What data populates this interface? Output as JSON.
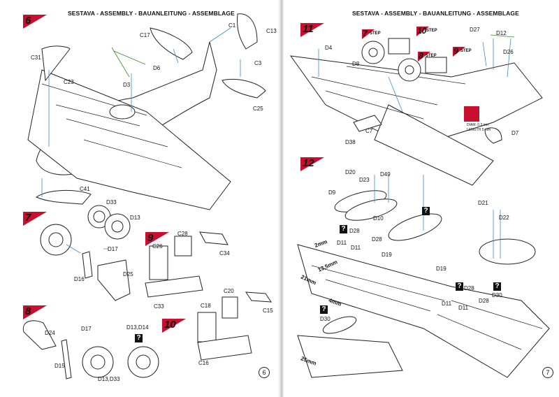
{
  "left_page": {
    "header": "SESTAVA - ASSEMBLY - BAUANLEITUNG - ASSEMBLAGE",
    "page_number": "6",
    "steps": [
      "6",
      "7",
      "8",
      "9",
      "10"
    ],
    "labels": {
      "C1": "C1",
      "C13": "C13",
      "C17": "C17",
      "D6": "D6",
      "D3": "D3",
      "C3": "C3",
      "C25": "C25",
      "C31": "C31",
      "C23": "C23",
      "C41": "C41",
      "D33": "D33",
      "D13": "D13",
      "D17a": "D17",
      "D16": "D16",
      "D25": "D25",
      "C28": "C28",
      "C26": "C26",
      "C34": "C34",
      "C33": "C33",
      "C20": "C20",
      "C18": "C18",
      "C15": "C15",
      "C16": "C16",
      "D24": "D24",
      "D17b": "D17",
      "D15": "D15",
      "D13D14": "D13,D14",
      "D13D33": "D13,D33"
    }
  },
  "right_page": {
    "header": "SESTAVA - ASSEMBLY - BAUANLEITUNG - ASSEMBLAGE",
    "page_number": "7",
    "steps": [
      "11",
      "12"
    ],
    "mini_steps": [
      {
        "num": "7",
        "text": "STEP"
      },
      {
        "num": "10",
        "text": "STEP"
      },
      {
        "num": "8",
        "text": "STEP"
      },
      {
        "num": "9",
        "text": "STEP"
      }
    ],
    "drill_note": "DIAM. 0.3 mm\nLENGTH 5 mm",
    "labels": {
      "D4": "D4",
      "D8": "D8",
      "D27": "D27",
      "D12": "D12",
      "D26": "D26",
      "C7": "C7",
      "D38": "D38",
      "D7": "D7",
      "D20": "D20",
      "D49": "D49",
      "D23": "D23",
      "D9": "D9",
      "D10": "D10",
      "D21": "D21",
      "D22": "D22",
      "D28a": "D28",
      "D28b": "D28",
      "D11a": "D11",
      "D11b": "D11",
      "D19a": "D19",
      "D19b": "D19",
      "D28c": "D28",
      "D28d": "D28",
      "D11c": "D11",
      "D11d": "D11",
      "D30a": "D30",
      "D30b": "D30"
    },
    "dimensions": {
      "d2": "2mm",
      "d13": "13,5mm",
      "d21": "21mm",
      "d4": "4mm",
      "d25": "25mm"
    }
  }
}
